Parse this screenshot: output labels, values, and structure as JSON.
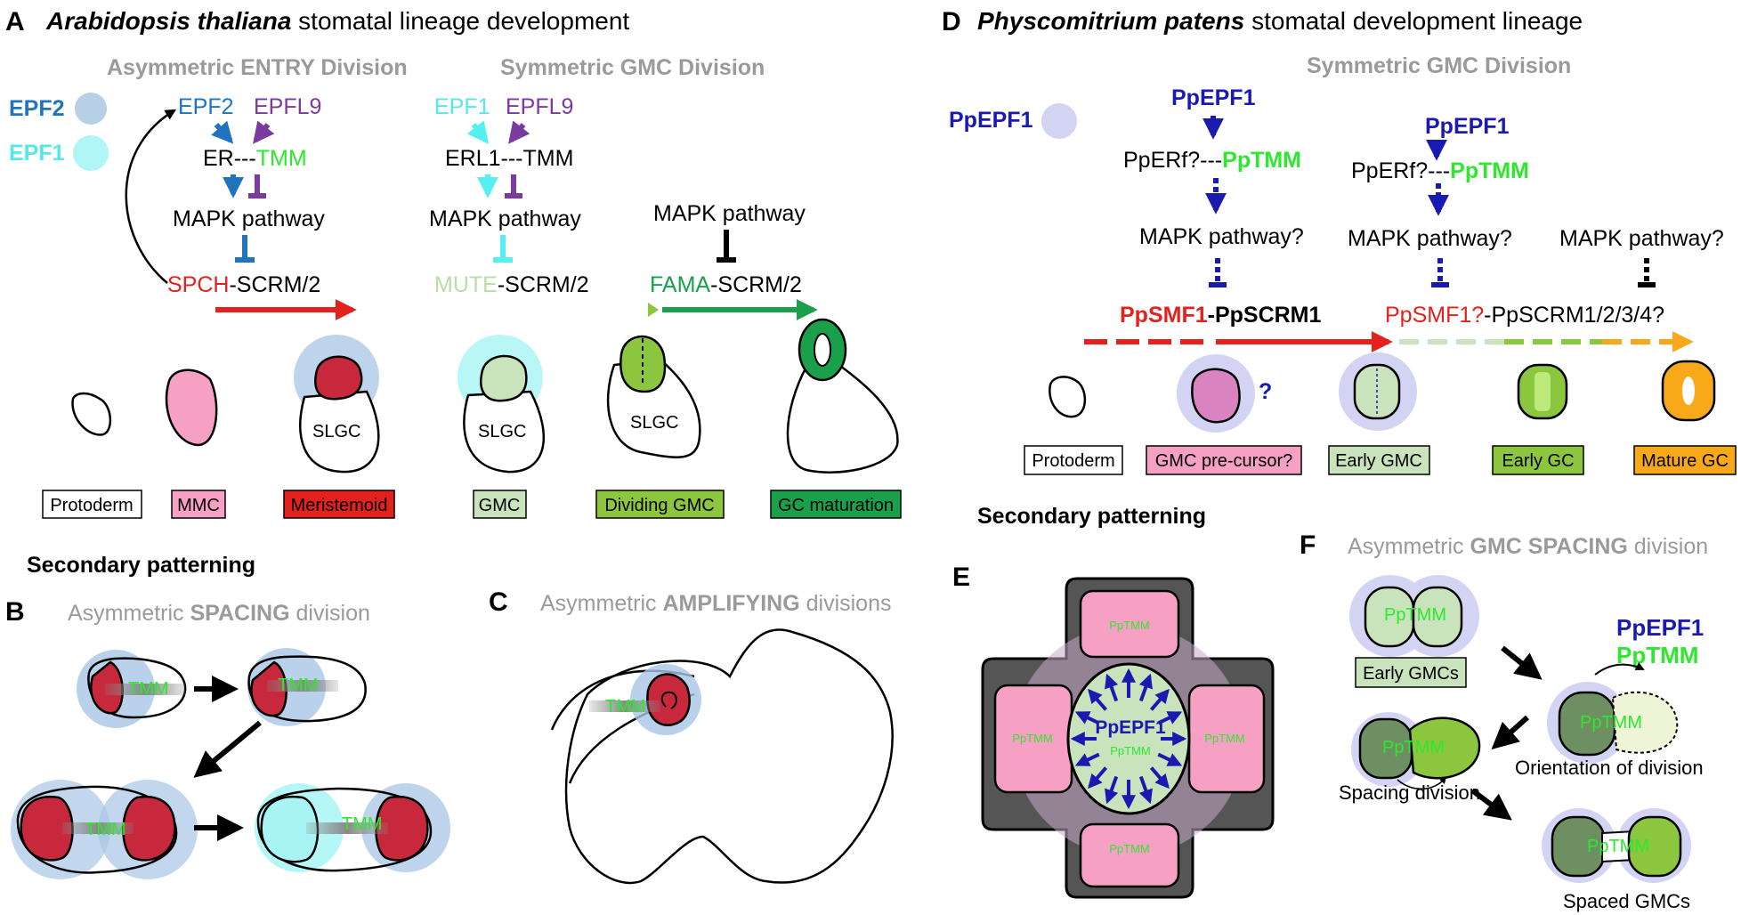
{
  "panels": {
    "a": {
      "letter": "A",
      "title_italic": "Arabidopsis thaliana",
      "title_rest": " stomatal lineage development",
      "entry_label": "Asymmetric ENTRY Division",
      "gmc_label": "Symmetric GMC Division",
      "legend": [
        "EPF2",
        "EPF1"
      ],
      "col1": {
        "epf": "EPF2",
        "epfl": "EPFL9",
        "er": "ER---",
        "tmm": "TMM",
        "mapk": "MAPK pathway",
        "tf": "SPCH",
        "scrm": "-SCRM/2"
      },
      "col2": {
        "epf": "EPF1",
        "epfl": "EPFL9",
        "er": "ERL1---TMM",
        "mapk": "MAPK pathway",
        "tf": "MUTE",
        "scrm": "-SCRM/2"
      },
      "col3": {
        "mapk": "MAPK pathway",
        "tf": "FAMA",
        "scrm": "-SCRM/2"
      },
      "cell_labels": [
        "SLGC",
        "SLGC",
        "SLGC"
      ],
      "stages": [
        "Protoderm",
        "MMC",
        "Meristemoid",
        "GMC",
        "Dividing GMC",
        "GC maturation"
      ]
    },
    "secondary_left": "Secondary patterning",
    "b": {
      "letter": "B",
      "title_pre": "Asymmetric ",
      "title_bold": "SPACING",
      "title_post": " division",
      "tmm": "TMM"
    },
    "c": {
      "letter": "C",
      "title_pre": "Asymmetric ",
      "title_bold": "AMPLIFYING",
      "title_post": " divisions",
      "tmm": "TMM"
    },
    "d": {
      "letter": "D",
      "title_italic": "Physcomitrium patens",
      "title_rest": " stomatal development lineage",
      "gmc_label": "Symmetric GMC Division",
      "legend": "PpEPF1",
      "col1": {
        "epf": "PpEPF1",
        "er": "PpERf?---",
        "tmm": "PpTMM",
        "mapk": "MAPK pathway?"
      },
      "col2": {
        "epf": "PpEPF1",
        "er": "PpERf?---",
        "tmm": "PpTMM",
        "mapk": "MAPK pathway?"
      },
      "col3": {
        "mapk": "MAPK pathway?"
      },
      "tf1": {
        "red": "PpSMF1",
        "rest": "-PpSCRM1"
      },
      "tf2": {
        "red": "PpSMF1?",
        "rest": "-PpSCRM1/2/3/4?"
      },
      "question": "?",
      "stages": [
        "Protoderm",
        "GMC pre-cursor?",
        "Early GMC",
        "Early GC",
        "Mature GC"
      ]
    },
    "secondary_right": "Secondary patterning",
    "e": {
      "letter": "E",
      "center": "PpEPF1",
      "ring": "PpTMM",
      "petals": [
        "PpTMM",
        "PpTMM",
        "PpTMM",
        "PpTMM"
      ]
    },
    "f": {
      "letter": "F",
      "title_pre": "Asymmetric ",
      "title_bold": "GMC SPACING",
      "title_post": " division",
      "tmm": "PpTMM",
      "early_gmcs": "Early GMCs",
      "epf": "PpEPF1",
      "tmm_green": "PpTMM",
      "orientation": "Orientation of division",
      "spacing": "Spacing division",
      "spaced": "Spaced GMCs"
    }
  },
  "colors": {
    "red": "#e5211d",
    "pink": "#f6a0c4",
    "darkred": "#c8283c",
    "lightgreen": "#c9e3bc",
    "green": "#8cc63f",
    "darkgreen": "#1aa04a",
    "tmm": "#2ee82e",
    "navy": "#1a1ab0",
    "cyan": "#54f0f0",
    "blue": "#1f74c0",
    "purple": "#7a3aa0",
    "orange": "#f7a91a"
  }
}
